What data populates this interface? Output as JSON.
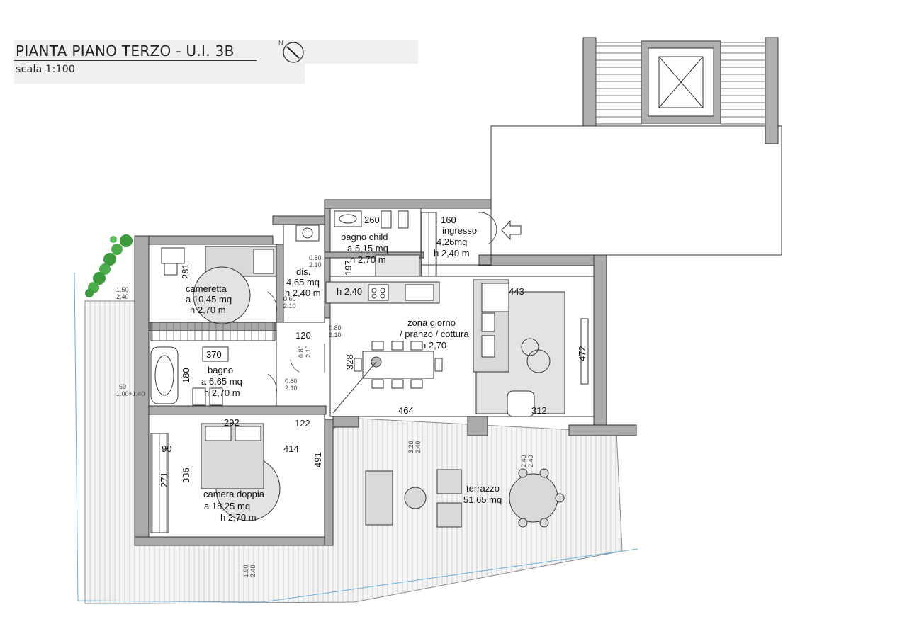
{
  "header": {
    "title": "PIANTA PIANO TERZO - U.I. 3B",
    "scale": "scala 1:100",
    "unit_marker": "3B",
    "north_label": "N"
  },
  "rooms": {
    "cameretta": {
      "name": "cameretta",
      "area": "a 10,45 mq",
      "height": "h 2,70 m"
    },
    "dis": {
      "name": "dis.",
      "area": "4,65 mq",
      "height": "h 2,40 m"
    },
    "bagno_child": {
      "name": "bagno child",
      "area": "a 5,15 mq",
      "height": "h 2,70 m"
    },
    "ingresso": {
      "name": "ingresso",
      "area": "4,26mq",
      "height": "h 2,40 m"
    },
    "zona_giorno": {
      "line1": "zona giorno",
      "line2": "/ pranzo / cottura",
      "height": "h 2,70"
    },
    "cucina": {
      "height": "h 2,40"
    },
    "bagno": {
      "name": "bagno",
      "area": "a 6,65 mq",
      "height": "h 2,70 m"
    },
    "camera_doppia": {
      "name": "camera doppia",
      "area": "a 18,25 mq",
      "height": "h 2,70 m"
    },
    "terrazzo": {
      "name": "terrazzo",
      "area": "51,65 mq"
    }
  },
  "dimensions": {
    "d281": "281",
    "d260": "260",
    "d160": "160",
    "d197": "197",
    "d443": "443",
    "d120": "120",
    "d370": "370",
    "d180": "180",
    "d328": "328",
    "d472": "472",
    "d464": "464",
    "d312": "312",
    "d292": "292",
    "d122": "122",
    "d90": "90",
    "d414": "414",
    "d491": "491",
    "d336": "336",
    "d271": "271"
  },
  "openings": {
    "o1": [
      "0.80",
      "2.10"
    ],
    "o2": [
      "0.60",
      "2.10"
    ],
    "o3": [
      "0.80",
      "2.10"
    ],
    "o4": [
      "0.80",
      "2.10"
    ],
    "o5": [
      "0.80",
      "2.10"
    ],
    "w1": [
      "1.50",
      "2.40"
    ],
    "w2": [
      "60",
      "1.00+1.40"
    ],
    "w3": [
      "3.20",
      "2.40"
    ],
    "w4": [
      "2.40",
      "2.40"
    ],
    "w5": [
      "1.90",
      "2.40"
    ]
  },
  "colors": {
    "wall": "#aaaaaa",
    "furniture": "#d9d9d9",
    "line": "#333333",
    "hatch": "#cfcfcf",
    "greenery": "#3c9a3c",
    "boundary": "#6aaed6"
  }
}
